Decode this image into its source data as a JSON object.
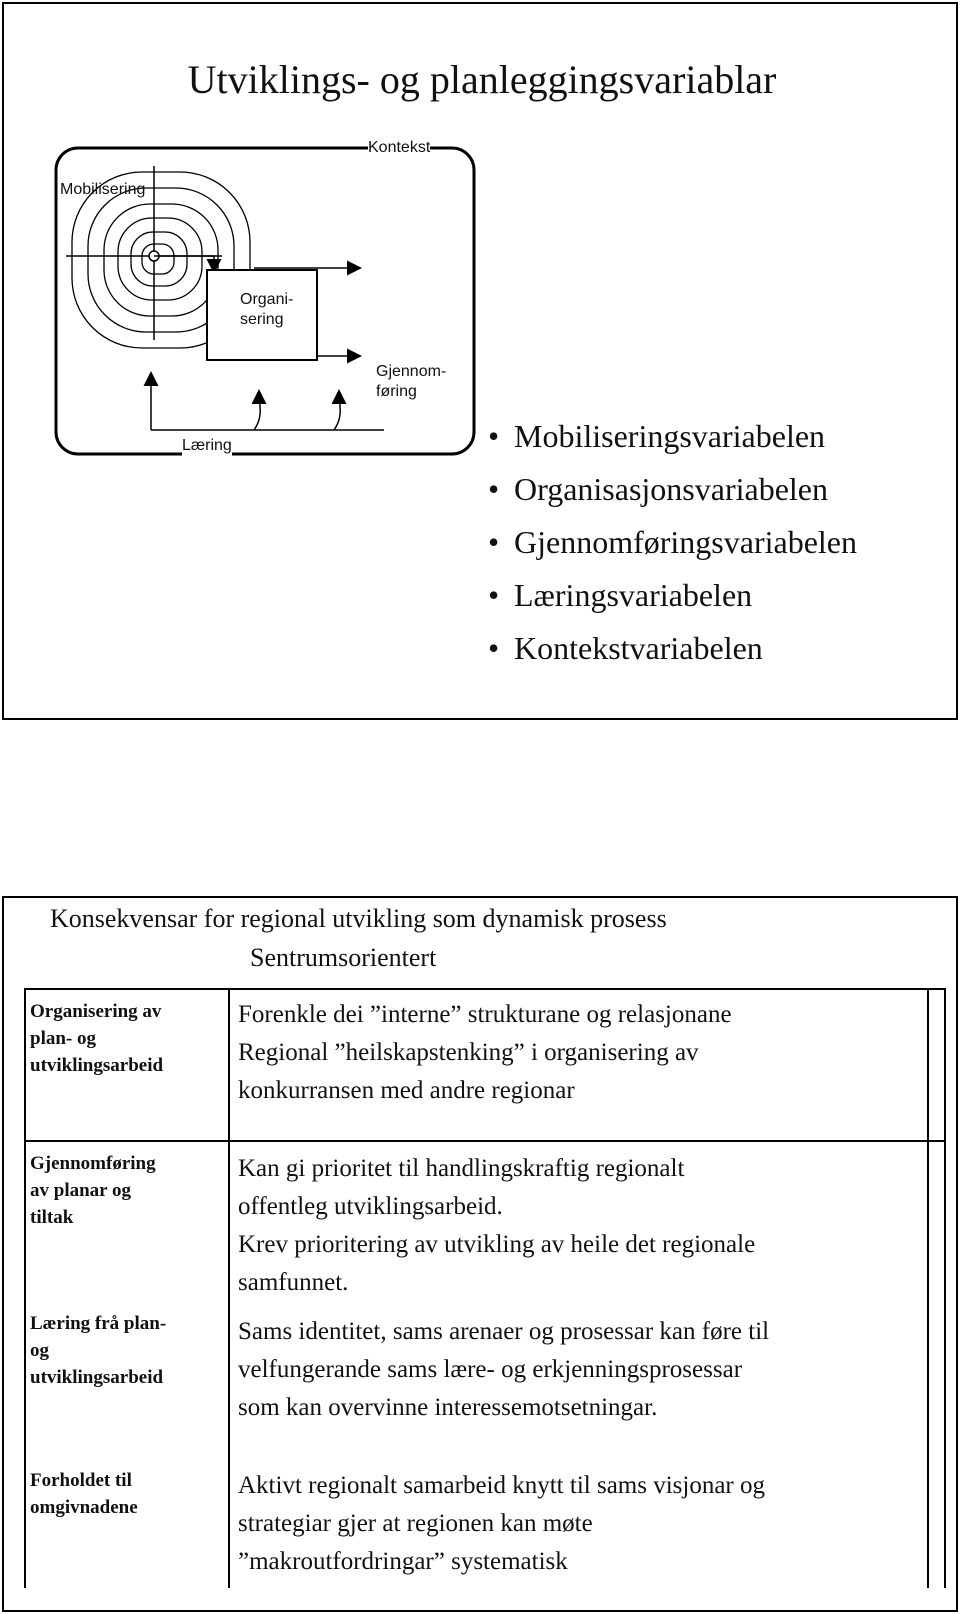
{
  "slide1": {
    "title": "Utviklings- og planleggingsvariablar",
    "diagram": {
      "kontekst": "Kontekst",
      "mobilisering": "Mobilisering",
      "organisering_line1": "Organi-",
      "organisering_line2": "sering",
      "gjennomforing_line1": "Gjennom-",
      "gjennomforing_line2": "føring",
      "laering": "Læring"
    },
    "bullets": [
      "Mobiliseringsvariabelen",
      "Organisasjonsvariabelen",
      "Gjennomføringsvariabelen",
      "Læringsvariabelen",
      "Kontekstvariabelen"
    ]
  },
  "slide2": {
    "heading": "Konsekvensar for regional utvikling som dynamisk prosess",
    "subheading": "Sentrumsorientert",
    "rows": [
      {
        "label_lines": [
          "Organisering av",
          "plan- og",
          "utviklingsarbeid"
        ],
        "text_lines": [
          "Forenkle dei ”interne” strukturane og relasjonane",
          "Regional ”heilskapstenking” i organisering av",
          "konkurransen med andre regionar"
        ]
      },
      {
        "label_lines": [
          "Gjennomføring",
          "av planar og",
          "tiltak"
        ],
        "text_lines": [
          "Kan gi prioritet til handlingskraftig regionalt",
          "offentleg utviklingsarbeid.",
          "Krev prioritering av utvikling av heile det regionale",
          "samfunnet."
        ]
      },
      {
        "label_lines": [
          "Læring frå plan-",
          "og",
          "utviklingsarbeid"
        ],
        "text_lines": [
          "Sams identitet, sams arenaer og prosessar kan føre til",
          "velfungerande sams lære- og erkjenningsprosessar",
          "som kan overvinne interessemotsetningar."
        ]
      },
      {
        "label_lines": [
          "Forholdet til",
          "omgivnadene"
        ],
        "text_lines": [
          "Aktivt regionalt samarbeid knytt til sams visjonar og",
          "strategiar gjer at regionen kan møte",
          "”makroutfordringar” systematisk"
        ]
      }
    ]
  }
}
